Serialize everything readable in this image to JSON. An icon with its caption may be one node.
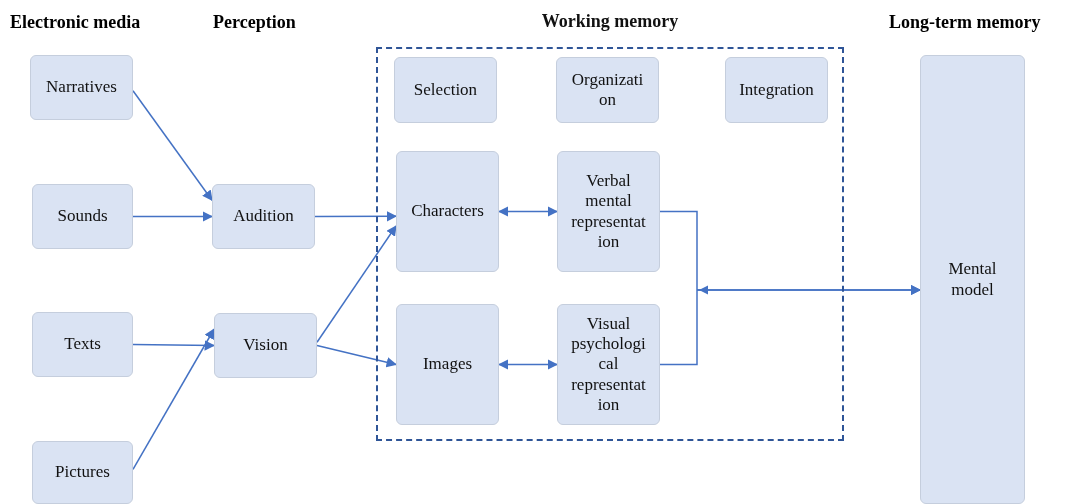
{
  "diagram": {
    "nodes": [
      {
        "text": [
          "Narratives"
        ]
      },
      {
        "text": [
          "Sounds"
        ]
      },
      {
        "text": [
          "Texts"
        ]
      },
      {
        "text": [
          "Pictures"
        ]
      },
      {
        "text": [
          "Audition"
        ]
      },
      {
        "text": [
          "Vision"
        ]
      },
      {
        "text": [
          "Working memory"
        ]
      },
      {
        "text": [
          "Selection"
        ],
        "in": 6
      },
      {
        "text": [
          "Organizati on"
        ],
        "in": 6
      },
      {
        "text": [
          "Integration"
        ],
        "in": 6
      },
      {
        "text": [
          "Characters"
        ],
        "in": 6
      },
      {
        "text": [
          "Verbal mental representat ion"
        ],
        "in": 6
      },
      {
        "text": [
          "Images"
        ],
        "in": 6
      },
      {
        "text": [
          "Visual psychologi cal representat ion"
        ],
        "in": 6
      },
      {
        "text": [
          "Mental model"
        ]
      }
    ],
    "edges": [
      {
        "from": 0,
        "to": 4,
        "arrow": "to"
      },
      {
        "from": 1,
        "to": 4,
        "arrow": "to"
      },
      {
        "from": 2,
        "to": 5,
        "arrow": "to"
      },
      {
        "from": 3,
        "to": 5,
        "arrow": "to"
      },
      {
        "from": 4,
        "to": 10,
        "arrow": "to"
      },
      {
        "from": 5,
        "to": 10,
        "arrow": "to"
      },
      {
        "from": 5,
        "to": 12,
        "arrow": "to"
      },
      {
        "from": 10,
        "to": 11,
        "arrow": "both"
      },
      {
        "from": 12,
        "to": 13,
        "arrow": "both"
      },
      {
        "from": 11,
        "to": 14,
        "arrow": "to"
      },
      {
        "from": 13,
        "to": 14,
        "arrow": "to"
      }
    ],
    "labels": [
      "Electronic media",
      "Perception",
      "Long-term memory"
    ]
  }
}
